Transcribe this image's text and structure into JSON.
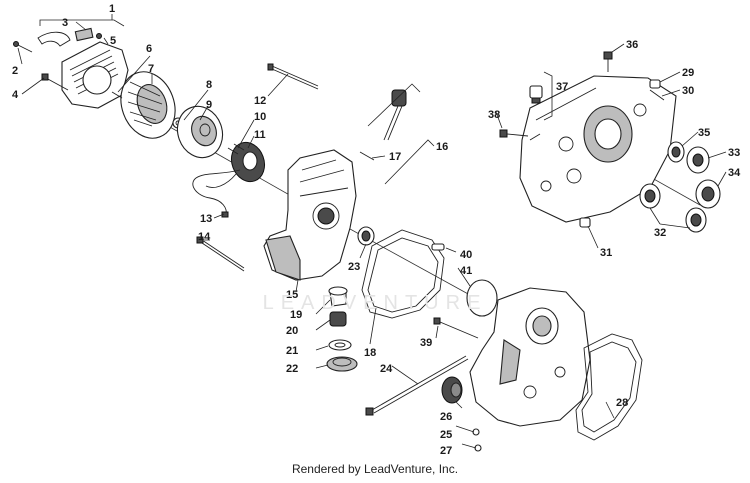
{
  "footer": {
    "credit": "Rendered by LeadVenture, Inc."
  },
  "watermark": {
    "text": "LEADVENTURE"
  },
  "callouts": [
    {
      "id": "1",
      "label": "1"
    },
    {
      "id": "2",
      "label": "2"
    },
    {
      "id": "3",
      "label": "3"
    },
    {
      "id": "4",
      "label": "4"
    },
    {
      "id": "5",
      "label": "5"
    },
    {
      "id": "6",
      "label": "6"
    },
    {
      "id": "7",
      "label": "7"
    },
    {
      "id": "8",
      "label": "8"
    },
    {
      "id": "9",
      "label": "9"
    },
    {
      "id": "10",
      "label": "10"
    },
    {
      "id": "11",
      "label": "11"
    },
    {
      "id": "12",
      "label": "12"
    },
    {
      "id": "13",
      "label": "13"
    },
    {
      "id": "14",
      "label": "14"
    },
    {
      "id": "15",
      "label": "15"
    },
    {
      "id": "16",
      "label": "16"
    },
    {
      "id": "17",
      "label": "17"
    },
    {
      "id": "18",
      "label": "18"
    },
    {
      "id": "19",
      "label": "19"
    },
    {
      "id": "20",
      "label": "20"
    },
    {
      "id": "21",
      "label": "21"
    },
    {
      "id": "22",
      "label": "22"
    },
    {
      "id": "23",
      "label": "23"
    },
    {
      "id": "24",
      "label": "24"
    },
    {
      "id": "25",
      "label": "25"
    },
    {
      "id": "26",
      "label": "26"
    },
    {
      "id": "27",
      "label": "27"
    },
    {
      "id": "28",
      "label": "28"
    },
    {
      "id": "29",
      "label": "29"
    },
    {
      "id": "30",
      "label": "30"
    },
    {
      "id": "31",
      "label": "31"
    },
    {
      "id": "32",
      "label": "32"
    },
    {
      "id": "33",
      "label": "33"
    },
    {
      "id": "34",
      "label": "34"
    },
    {
      "id": "35",
      "label": "35"
    },
    {
      "id": "36",
      "label": "36"
    },
    {
      "id": "37",
      "label": "37"
    },
    {
      "id": "38",
      "label": "38"
    },
    {
      "id": "39",
      "label": "39"
    },
    {
      "id": "40",
      "label": "40"
    },
    {
      "id": "41",
      "label": "41"
    }
  ]
}
